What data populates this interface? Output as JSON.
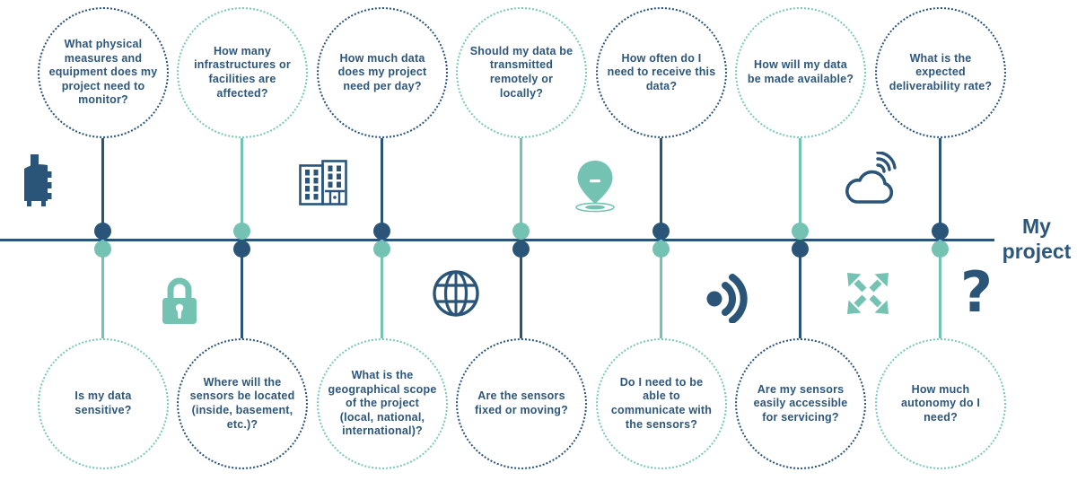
{
  "colors": {
    "navy": "#2a5478",
    "teal": "#74c3b2",
    "text_navy": "#2d567c"
  },
  "project_label": "My project",
  "question_mark_glyph": "?",
  "columns": [
    {
      "top": {
        "question": "What physical measures and equipment does my project need to monitor?",
        "color": "navy"
      },
      "bottom": {
        "question": "Is my data sensitive?",
        "color": "teal"
      }
    },
    {
      "top": {
        "question": "How many infrastructures or facilities are affected?",
        "color": "teal"
      },
      "bottom": {
        "question": "Where will the sensors be located (inside, basement, etc.)?",
        "color": "navy"
      }
    },
    {
      "top": {
        "question": "How much data does my project need per day?",
        "color": "navy"
      },
      "bottom": {
        "question": "What is the geographical scope of the project (local, national, international)?",
        "color": "teal"
      }
    },
    {
      "top": {
        "question": "Should my data be transmitted remotely or locally?",
        "color": "teal"
      },
      "bottom": {
        "question": "Are the sensors fixed or moving?",
        "color": "navy"
      }
    },
    {
      "top": {
        "question": "How often do I need to receive this data?",
        "color": "navy"
      },
      "bottom": {
        "question": "Do I need to be able to communicate with the sensors?",
        "color": "teal"
      }
    },
    {
      "top": {
        "question": "How will my data be made available?",
        "color": "teal"
      },
      "bottom": {
        "question": "Are my sensors easily accessible for servicing?",
        "color": "navy"
      }
    },
    {
      "top": {
        "question": "What is the expected deliverability rate?",
        "color": "navy"
      },
      "bottom": {
        "question": "How much autonomy do I need?",
        "color": "teal"
      }
    }
  ],
  "icons": [
    {
      "name": "datalogger-icon",
      "color": "navy"
    },
    {
      "name": "lock-icon",
      "color": "teal"
    },
    {
      "name": "building-icon",
      "color": "navy"
    },
    {
      "name": "globe-icon",
      "color": "navy"
    },
    {
      "name": "location-pin-icon",
      "color": "teal"
    },
    {
      "name": "wireless-signal-icon",
      "color": "navy"
    },
    {
      "name": "cloud-wifi-icon",
      "color": "navy"
    },
    {
      "name": "expand-arrows-icon",
      "color": "teal"
    },
    {
      "name": "question-mark-icon",
      "color": "navy"
    }
  ]
}
